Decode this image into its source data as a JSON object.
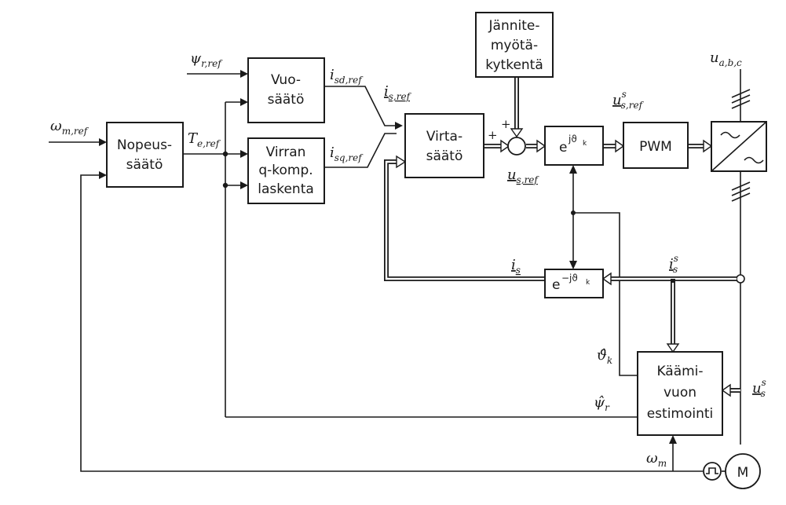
{
  "blocks": {
    "nopeussaato": [
      "Nopeus-",
      "säätö"
    ],
    "vuosaato": [
      "Vuo-",
      "säätö"
    ],
    "virran_q": [
      "Virran",
      "q-komp.",
      "laskenta"
    ],
    "virtasaato": [
      "Virta-",
      "säätö"
    ],
    "jannite": [
      "Jännite-",
      "myötä-",
      "kytkentä"
    ],
    "pwm": "PWM",
    "kaamivuon": [
      "Käämi-",
      "vuon",
      "estimointi"
    ],
    "motor": "M",
    "rot_pos": {
      "base": "e",
      "exp": "jϑ",
      "exp_sub": "k"
    },
    "rot_neg": {
      "base": "e",
      "exp": "−jϑ",
      "exp_sub": "k"
    }
  },
  "signals": {
    "omega_ref": {
      "main": "ω",
      "sub": "m,ref"
    },
    "psi_ref": {
      "main": "ψ",
      "sub": "r,ref"
    },
    "te_ref": {
      "main": "T",
      "sub": "e,ref"
    },
    "isd_ref": {
      "main": "i",
      "sub": "sd,ref"
    },
    "isq_ref": {
      "main": "i",
      "sub": "sq,ref"
    },
    "is_ref": {
      "main": "i",
      "sub": "s,ref"
    },
    "us_ref": {
      "main": "u",
      "sub": "s,ref"
    },
    "uss_ref": {
      "main": "u",
      "sub": "s,ref",
      "sup": "s"
    },
    "uabc": {
      "main": "u",
      "sub": "a,b,c"
    },
    "is": {
      "main": "i",
      "sub": "s"
    },
    "iss": {
      "main": "i",
      "sub": "s",
      "sup": "s"
    },
    "uss": {
      "main": "u",
      "sub": "s",
      "sup": "s"
    },
    "theta_k": {
      "main": "ϑ̂",
      "sub": "k"
    },
    "psi_r": {
      "main": "ψ̂",
      "sub": "r"
    },
    "omega_m": {
      "main": "ω",
      "sub": "m"
    },
    "plus1": "+",
    "plus2": "+"
  }
}
